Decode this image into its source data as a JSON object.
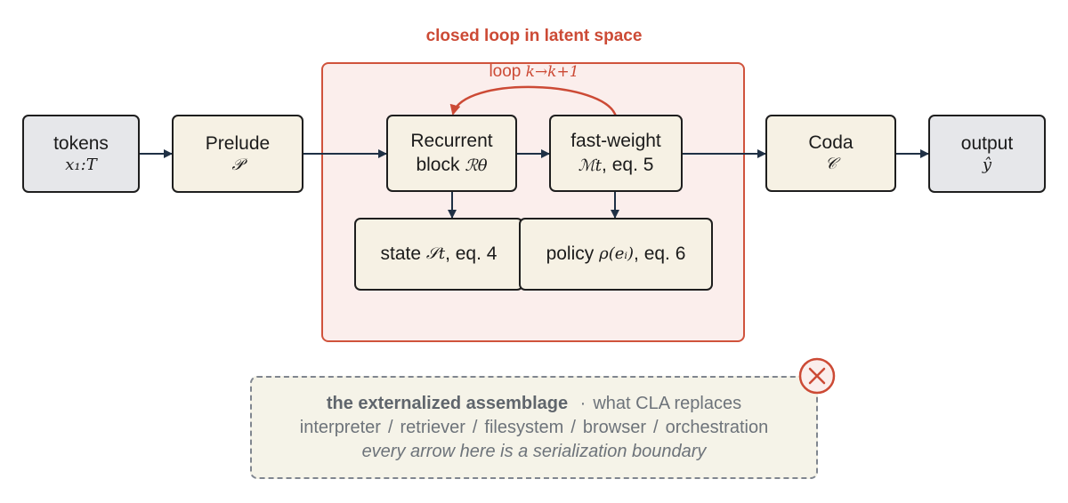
{
  "loop_region": {
    "title": "closed loop in latent space",
    "loop_label_prefix": "loop",
    "loop_label_math": "k→k+1"
  },
  "nodes": {
    "tokens": {
      "label": "tokens",
      "math": "x₁:T"
    },
    "prelude": {
      "label": "Prelude",
      "math": "𝒫"
    },
    "recurrent": {
      "line1": "Recurrent",
      "line2_text": "block",
      "line2_math": "ℛθ"
    },
    "fast_weight": {
      "line1": "fast-weight",
      "line2_math": "ℳt",
      "line2_text": ", eq. 5"
    },
    "state": {
      "prefix": "state",
      "math": "𝒮t",
      "suffix": ", eq. 4"
    },
    "policy": {
      "prefix": "policy",
      "math": "ρ(eᵢ)",
      "suffix": ", eq. 6"
    },
    "coda": {
      "label": "Coda",
      "math": "𝒞"
    },
    "output": {
      "label": "output",
      "math": "ŷ"
    }
  },
  "external": {
    "title": "the externalized assemblage",
    "separator": "·",
    "subtitle": "what CLA replaces",
    "items": [
      "interpreter",
      "retriever",
      "filesystem",
      "browser",
      "orchestration"
    ],
    "item_separator": "/",
    "footnote": "every arrow here is a serialization boundary"
  },
  "icons": {
    "remove": "x-circle-icon"
  },
  "colors": {
    "accent": "#cc4a35",
    "node_fill": "#f6f1e4",
    "io_fill": "#e6e7ea",
    "arrow": "#1f3045"
  }
}
